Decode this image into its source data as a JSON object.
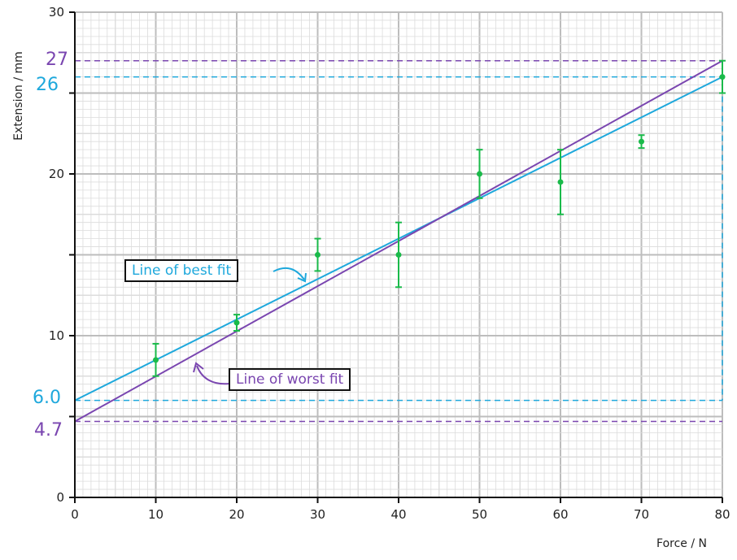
{
  "chart_data": {
    "type": "scatter",
    "xlabel": "Force / N",
    "ylabel": "Extension / mm",
    "xlim": [
      0,
      80
    ],
    "ylim": [
      0,
      30
    ],
    "x_ticks": [
      0,
      10,
      20,
      30,
      40,
      50,
      60,
      70,
      80
    ],
    "y_ticks": [
      0,
      10,
      20,
      30
    ],
    "grid": true,
    "points": [
      {
        "x": 10,
        "y": 8.5,
        "err": 1.0
      },
      {
        "x": 20,
        "y": 10.8,
        "err": 0.5
      },
      {
        "x": 30,
        "y": 15.0,
        "err": 1.0
      },
      {
        "x": 40,
        "y": 15.0,
        "err": 2.0
      },
      {
        "x": 50,
        "y": 20.0,
        "err": 1.5
      },
      {
        "x": 60,
        "y": 19.5,
        "err": 2.0
      },
      {
        "x": 70,
        "y": 22.0,
        "err": 0.4
      },
      {
        "x": 80,
        "y": 26.0,
        "err": 1.0
      }
    ],
    "fit_lines": [
      {
        "name": "Line of best fit",
        "color": "#1ea8dc",
        "from": [
          0,
          6.0
        ],
        "to": [
          80,
          26.0
        ]
      },
      {
        "name": "Line of worst fit",
        "color": "#7a46b0",
        "from": [
          0,
          4.7
        ],
        "to": [
          80,
          27.0
        ]
      }
    ],
    "annotations": {
      "best_top": "26",
      "best_bottom": "6.0",
      "worst_top": "27",
      "worst_bottom": "4.7"
    },
    "colors": {
      "points": "#1aba4a",
      "best": "#1ea8dc",
      "worst": "#7a46b0",
      "grid_minor": "#dcdcdc",
      "grid_major": "#bdbdbd"
    }
  }
}
